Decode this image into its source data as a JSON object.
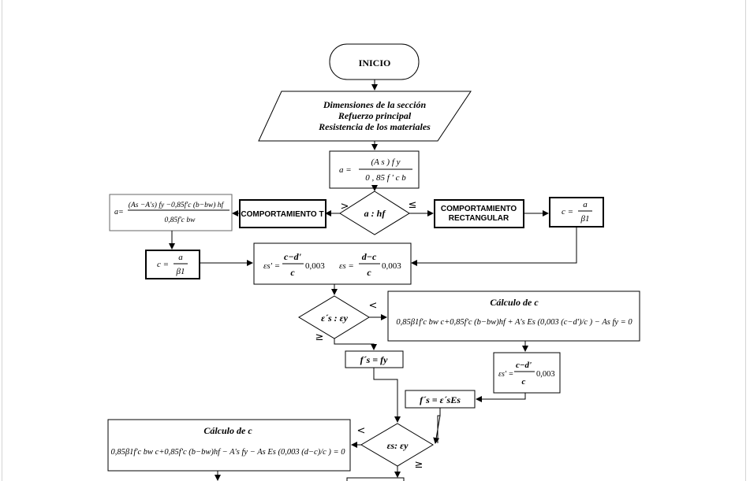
{
  "start": {
    "label": "INICIO"
  },
  "input": {
    "line1": "Dimensiones de la sección",
    "line2": "Refuerzo principal",
    "line3": "Resistencia de los materiales"
  },
  "formula_a": {
    "lhs": "a =",
    "numerator": "(A s ) f y",
    "denominator": "0 , 85 f ' c b"
  },
  "decision1": {
    "label": "a : hf",
    "gt": ">",
    "le": "≤"
  },
  "comp_t": {
    "label": "COMPORTAMIENTO T"
  },
  "comp_rect": {
    "line1": "COMPORTAMIENTO",
    "line2": "RECTANGULAR"
  },
  "formula_c_rect": {
    "lhs": "c =",
    "numerator": "a",
    "denominator": "β1"
  },
  "formula_a_t": {
    "lhs": "a=",
    "numerator": "(As −A's) fy −0,85f'c (b−bw) hf",
    "denominator": "0,85f'c bw"
  },
  "formula_c_t": {
    "lhs": "c =",
    "numerator": "a",
    "denominator": "β1"
  },
  "strain_box": {
    "eps1_lhs": "εs' =",
    "eps1_num": "c−d'",
    "eps1_den": "c",
    "eps1_tail": "0,003",
    "eps2_lhs": "εs =",
    "eps2_num": "d−c",
    "eps2_den": "c",
    "eps2_tail": "0,003"
  },
  "decision2": {
    "label": "ε´s : εy",
    "lt": "<",
    "ge": "≥"
  },
  "calc_c1": {
    "title": "Cálculo de c",
    "equation": "0,85β1f'c bw c+0,85f'c (b−bw)hf + A's Es (0,003 (c−d')/c ) − As fy = 0"
  },
  "fs_fy": {
    "label": "f´s = fy"
  },
  "strain_box2": {
    "lhs": "εs' =",
    "num": "c−d'",
    "den": "c",
    "tail": "0,003"
  },
  "fs_eps": {
    "label": "f´s = ε´sEs"
  },
  "decision3": {
    "label": "εs: εy",
    "lt": "<",
    "ge": "≥"
  },
  "calc_c2": {
    "title": "Cálculo de c",
    "equation": "0,85β1f'c bw c+0,85f'c (b−bw)hf − A's fy − As Es (0,003 (d−c)/c ) = 0"
  }
}
